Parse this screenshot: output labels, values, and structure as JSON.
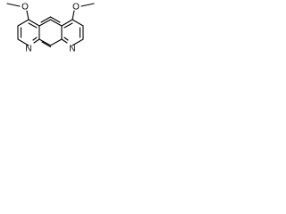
{
  "molecule": {
    "atoms": {
      "n_left": "N",
      "n_right": "N",
      "o_left": "O",
      "o_right": "O"
    }
  },
  "colors": {
    "stroke": "#000000",
    "background": "#ffffff"
  }
}
